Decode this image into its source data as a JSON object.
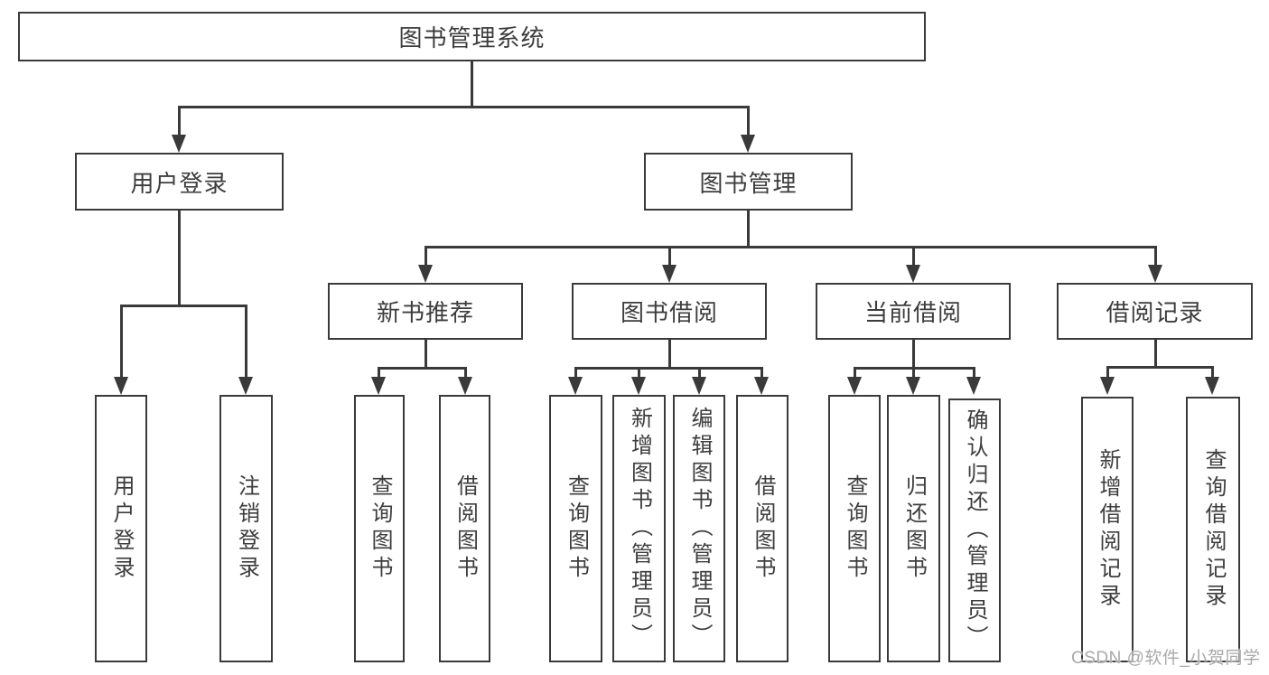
{
  "root": "图书管理系统",
  "level2": {
    "user_login": "用户登录",
    "book_management": "图书管理"
  },
  "level3": {
    "new_book_recommend": "新书推荐",
    "book_borrowing": "图书借阅",
    "current_borrowing": "当前借阅",
    "borrowing_records": "借阅记录"
  },
  "leaves": {
    "user_login": "用户登录",
    "logout": "注销登录",
    "recommend_query_books": "查询图书",
    "recommend_borrow_books": "借阅图书",
    "borrowing_query_books": "查询图书",
    "borrowing_add_books": "新增图书（管理员）",
    "borrowing_edit_books": "编辑图书（管理员）",
    "borrowing_borrow_books": "借阅图书",
    "current_query_books": "查询图书",
    "current_return_books": "归还图书",
    "current_confirm_return": "确认归还（管理员）",
    "records_add_record": "新增借阅记录",
    "records_query_record": "查询借阅记录"
  },
  "watermark": "CSDN @软件_小贺同学",
  "colors": {
    "line": "#3a3a3a",
    "text": "#3d3d3d",
    "watermark": "#a9a9a9",
    "background": "#ffffff"
  }
}
